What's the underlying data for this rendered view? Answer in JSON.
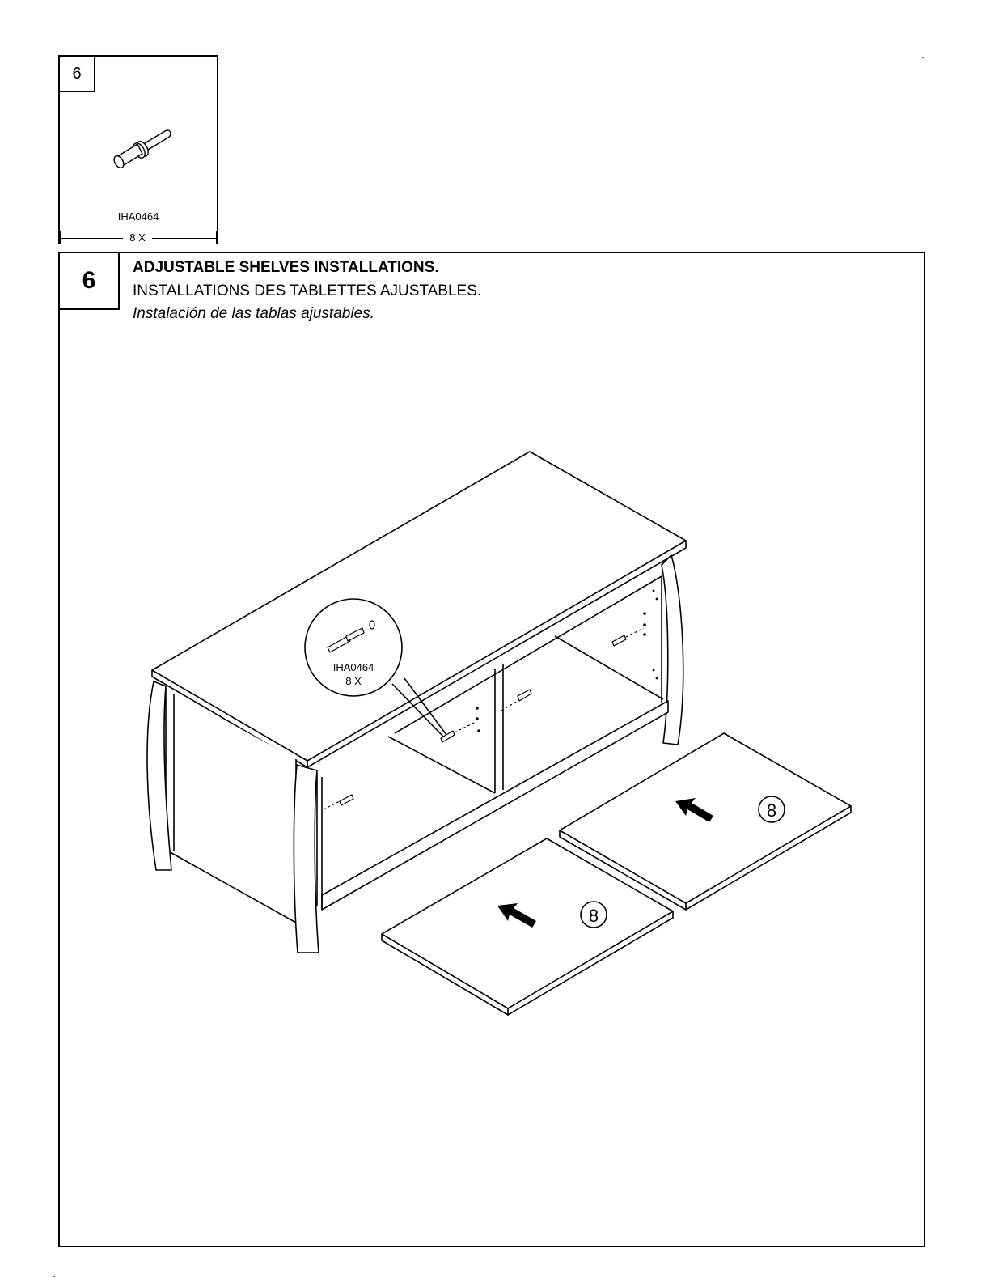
{
  "parts": {
    "step_number": "6",
    "part_code": "IHA0464",
    "quantity": "8 X"
  },
  "step": {
    "number": "6",
    "title_en": "ADJUSTABLE SHELVES INSTALLATIONS.",
    "title_fr": "INSTALLATIONS DES TABLETTES AJUSTABLES.",
    "title_es": "Instalación de las tablas ajustables."
  },
  "callout": {
    "part_code": "IHA0464",
    "quantity": "8 X"
  },
  "shelves": [
    {
      "label": "8"
    },
    {
      "label": "8"
    }
  ]
}
